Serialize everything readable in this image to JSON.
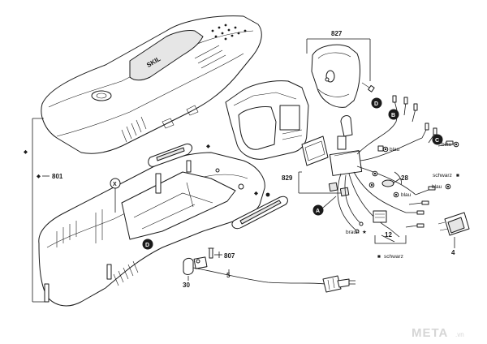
{
  "diagram": {
    "brand": "SKIL",
    "watermark": {
      "name": "META",
      "suffix": ".vn"
    },
    "parts": {
      "p827": "827",
      "p801": "801",
      "p829": "829",
      "p28": "28",
      "p12": "12",
      "p4": "4",
      "p807": "807",
      "p30": "30",
      "p5": "5"
    },
    "markers": {
      "D": "D",
      "B": "B",
      "C": "C",
      "A": "A",
      "X": "X"
    },
    "wire_labels": {
      "blau_b": "blau",
      "blau_c1": "blau",
      "schwarz_c": "schwarz",
      "blau_c2": "blau",
      "blau_mid": "blau",
      "braun": "braun",
      "schwarz_bottom": "schwarz"
    },
    "symbols": {
      "star": "★",
      "square": "■",
      "diamond": "◆",
      "bullet": "●"
    }
  }
}
